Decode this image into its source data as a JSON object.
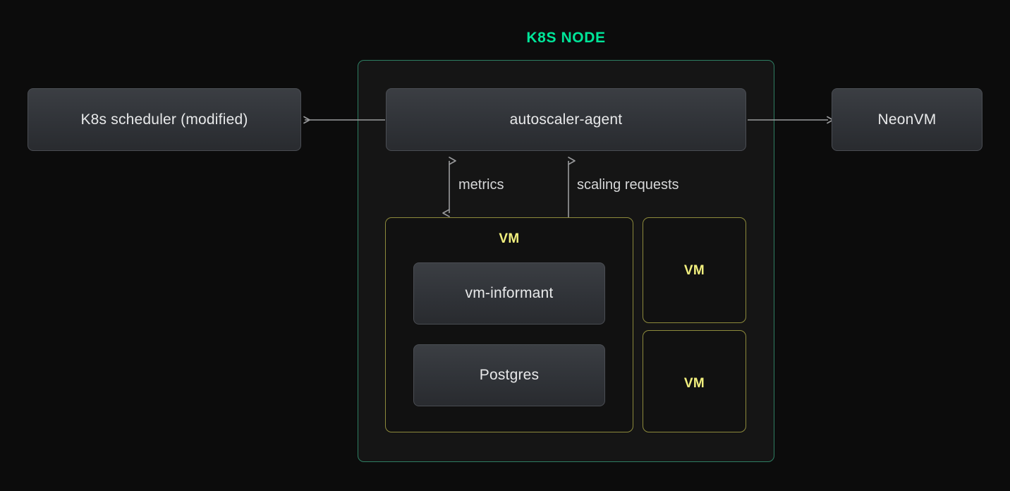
{
  "diagram": {
    "title": "K8S NODE",
    "background_color": "#0c0c0c",
    "accent_green": "#00e599",
    "node_border_color": "#2e7d62",
    "vm_border_color": "#8d8a3c",
    "vm_label_color": "#f2f07e",
    "arrow_color": "#9a9b9d",
    "box_text_color": "#e8e9ea"
  },
  "external": {
    "left_box": {
      "label": "K8s scheduler (modified)"
    },
    "right_box": {
      "label": "NeonVM"
    }
  },
  "node": {
    "agent": {
      "label": "autoscaler-agent"
    },
    "vms": [
      {
        "label": "VM",
        "children": [
          {
            "label": "vm-informant"
          },
          {
            "label": "Postgres"
          }
        ]
      },
      {
        "label": "VM",
        "children": []
      },
      {
        "label": "VM",
        "children": []
      }
    ]
  },
  "edges": [
    {
      "name": "agent-to-scheduler",
      "label": "",
      "direction": "left",
      "heads": 1
    },
    {
      "name": "agent-to-neonvm",
      "label": "",
      "direction": "right",
      "heads": 1
    },
    {
      "name": "agent-to-informant-metrics",
      "label": "metrics",
      "direction": "bidirectional",
      "heads": 2
    },
    {
      "name": "agent-to-vm-scaling",
      "label": "scaling requests",
      "direction": "bidirectional",
      "heads": 2
    }
  ],
  "labels": {
    "metrics": "metrics",
    "scaling_requests": "scaling requests"
  }
}
